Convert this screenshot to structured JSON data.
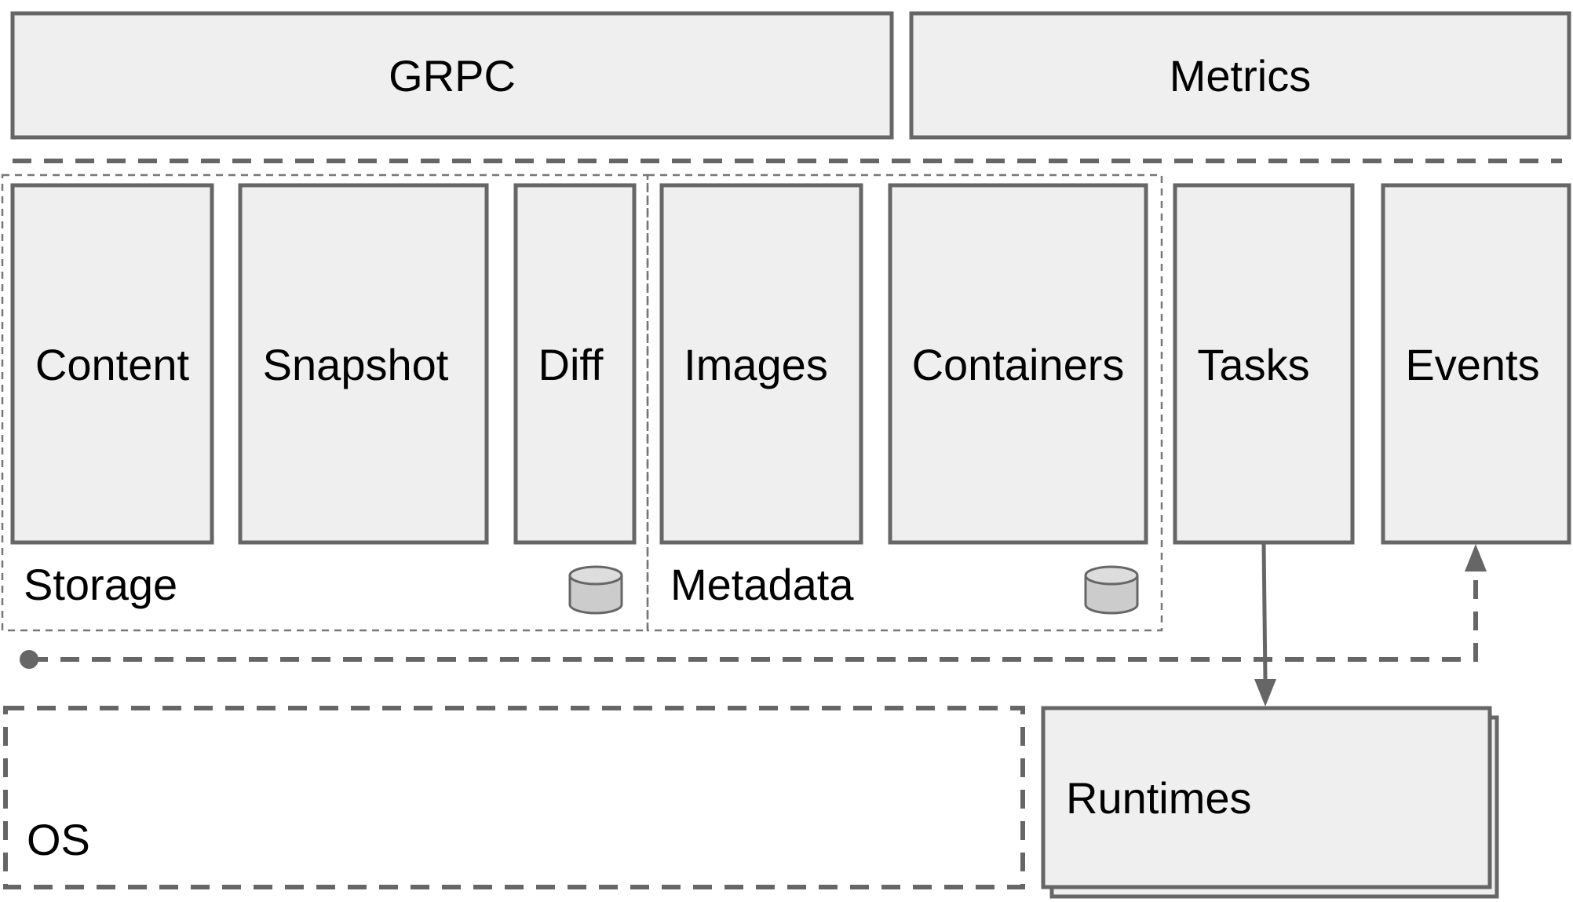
{
  "labels": {
    "grpc": "GRPC",
    "metrics": "Metrics",
    "content": "Content",
    "snapshot": "Snapshot",
    "diff": "Diff",
    "images": "Images",
    "containers": "Containers",
    "tasks": "Tasks",
    "events": "Events",
    "storage": "Storage",
    "metadata": "Metadata",
    "os": "OS",
    "runtimes": "Runtimes"
  },
  "icons": {
    "storage_db": "database-icon",
    "metadata_db": "database-icon"
  },
  "colors": {
    "box_fill": "#efefef",
    "box_stroke": "#666666",
    "database_fill": "#cccccc",
    "text": "#000000"
  }
}
